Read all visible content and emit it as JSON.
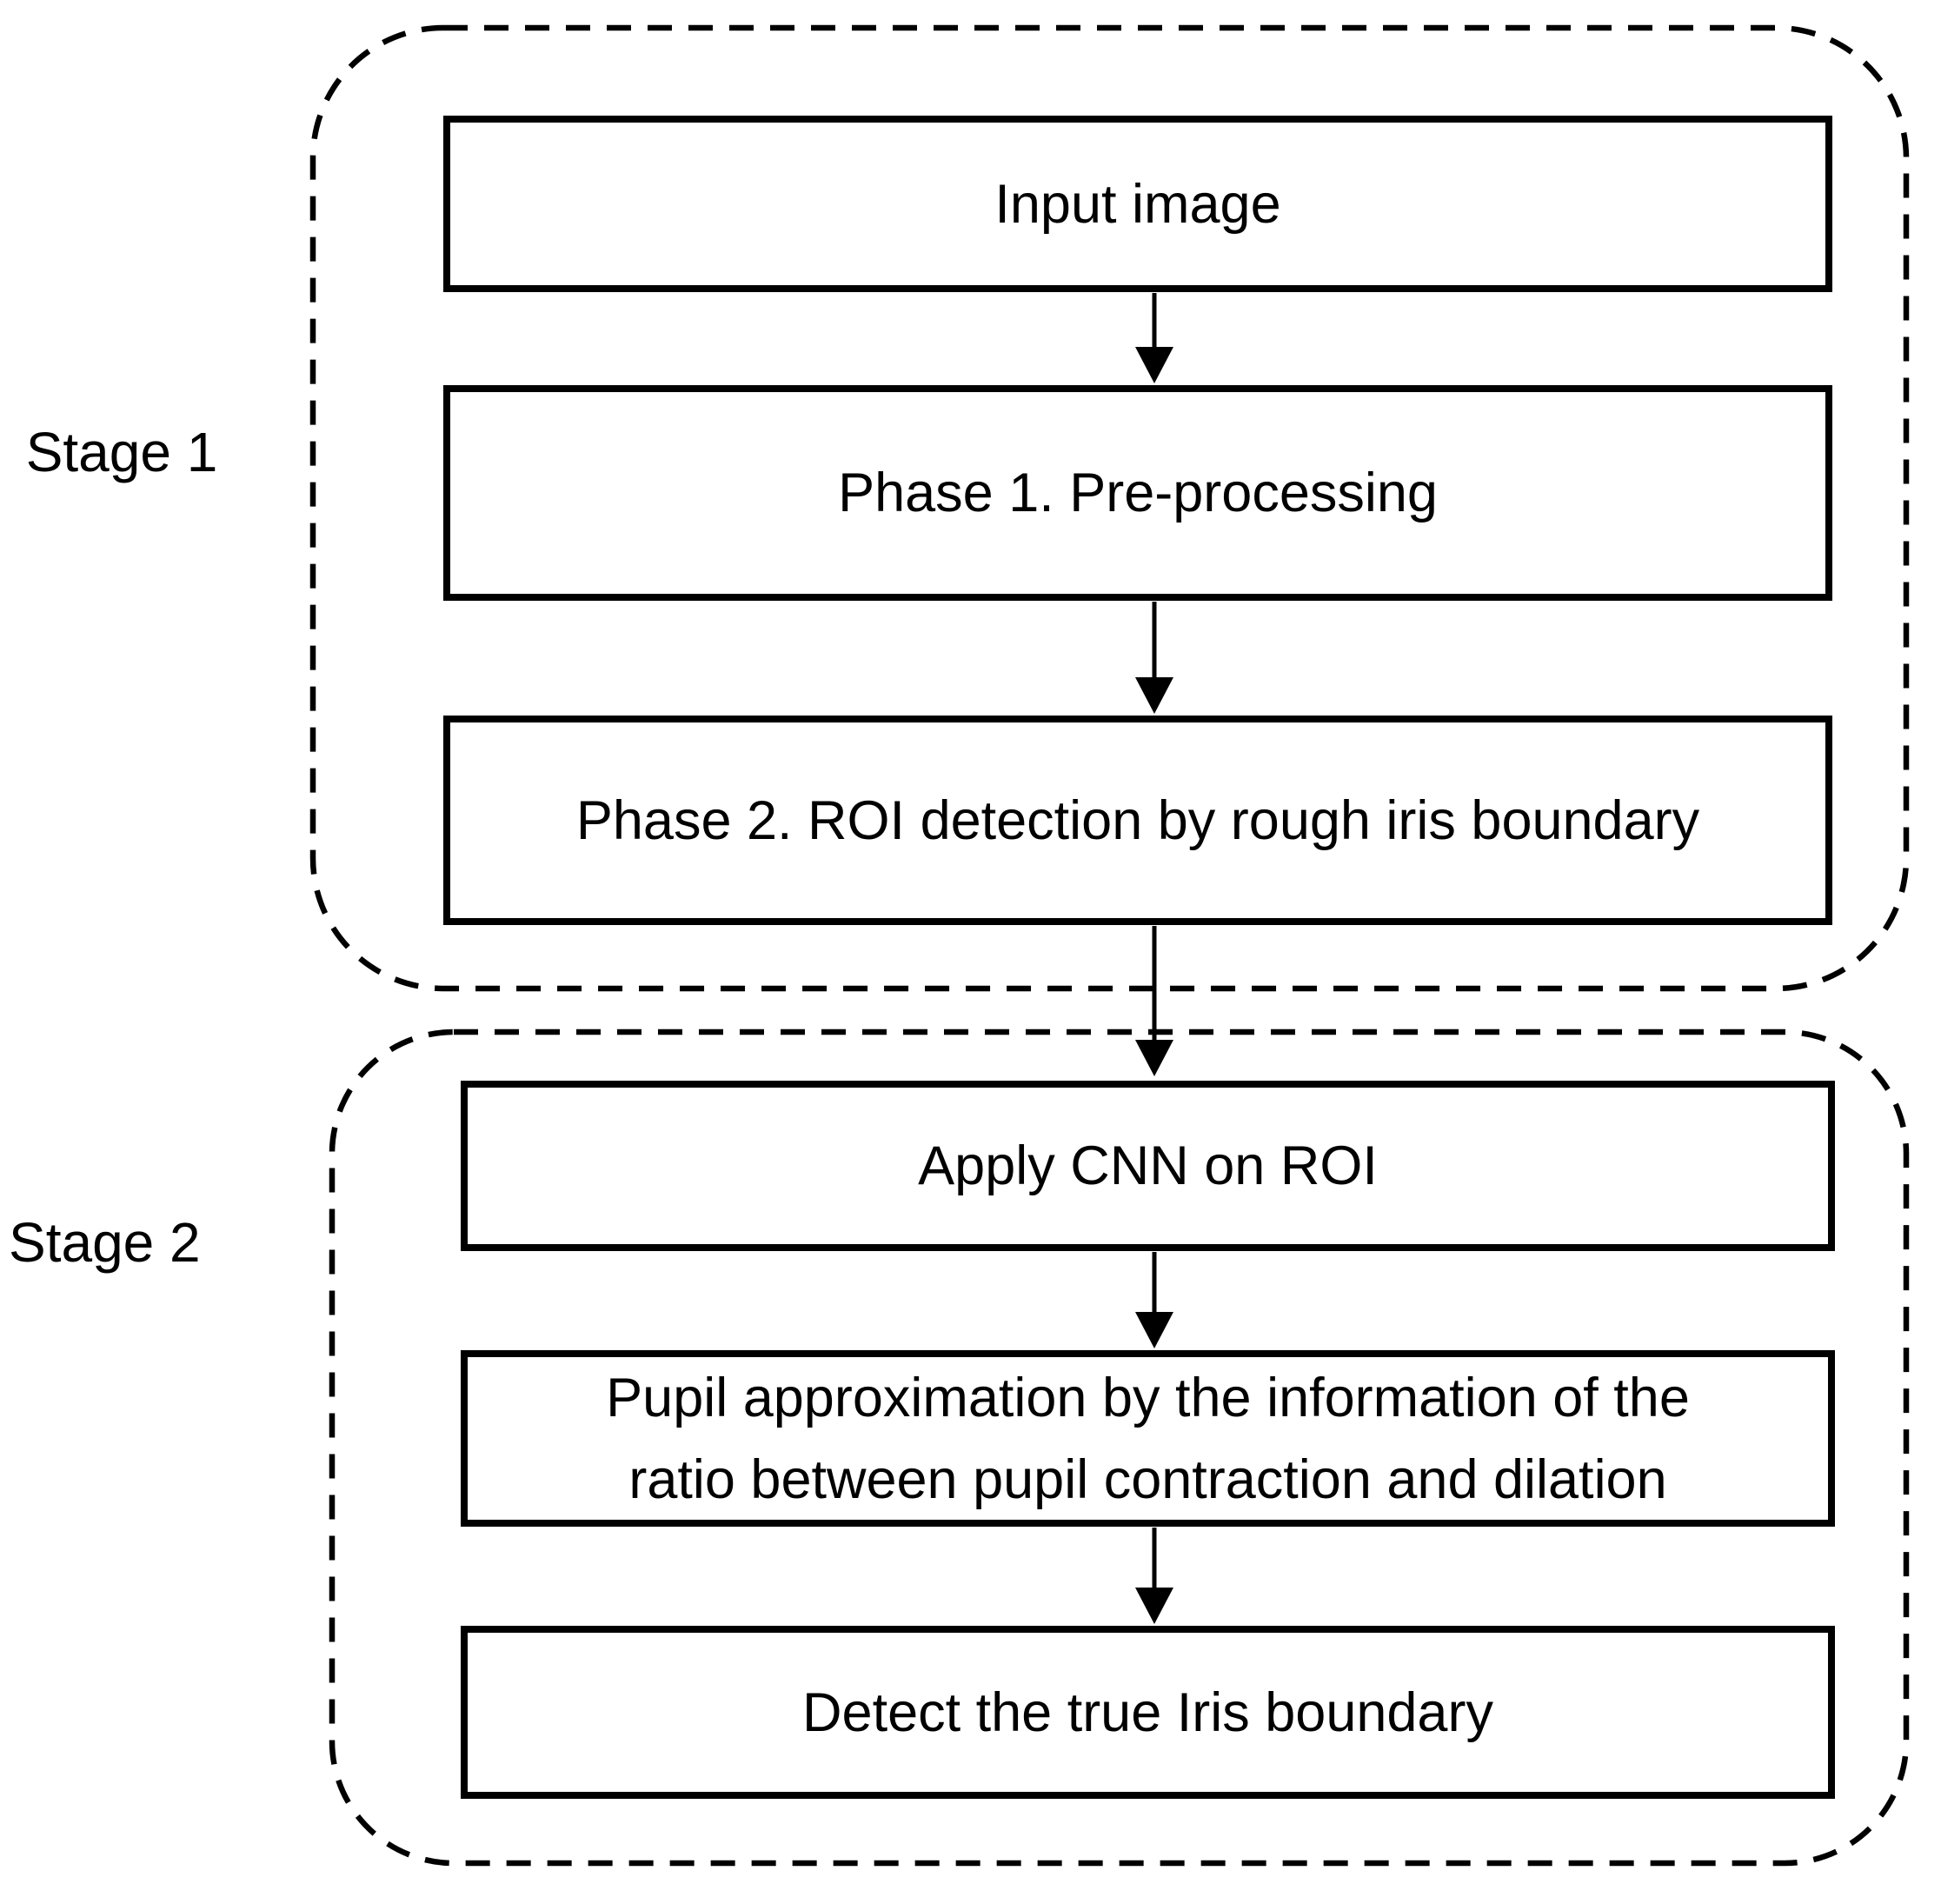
{
  "page": {
    "background": "#ffffff",
    "line_color": "#000000"
  },
  "stage1": {
    "label": "Stage 1",
    "boxes": {
      "input": "Input image",
      "phase1": "Phase 1. Pre-processing",
      "phase2": "Phase 2. ROI detection by rough iris boundary"
    }
  },
  "stage2": {
    "label": "Stage 2",
    "boxes": {
      "cnn": "Apply CNN on ROI",
      "pupil_line1": "Pupil approximation by the information of the",
      "pupil_line2": "ratio between pupil contraction and dilation",
      "detect": "Detect the true Iris boundary"
    }
  }
}
